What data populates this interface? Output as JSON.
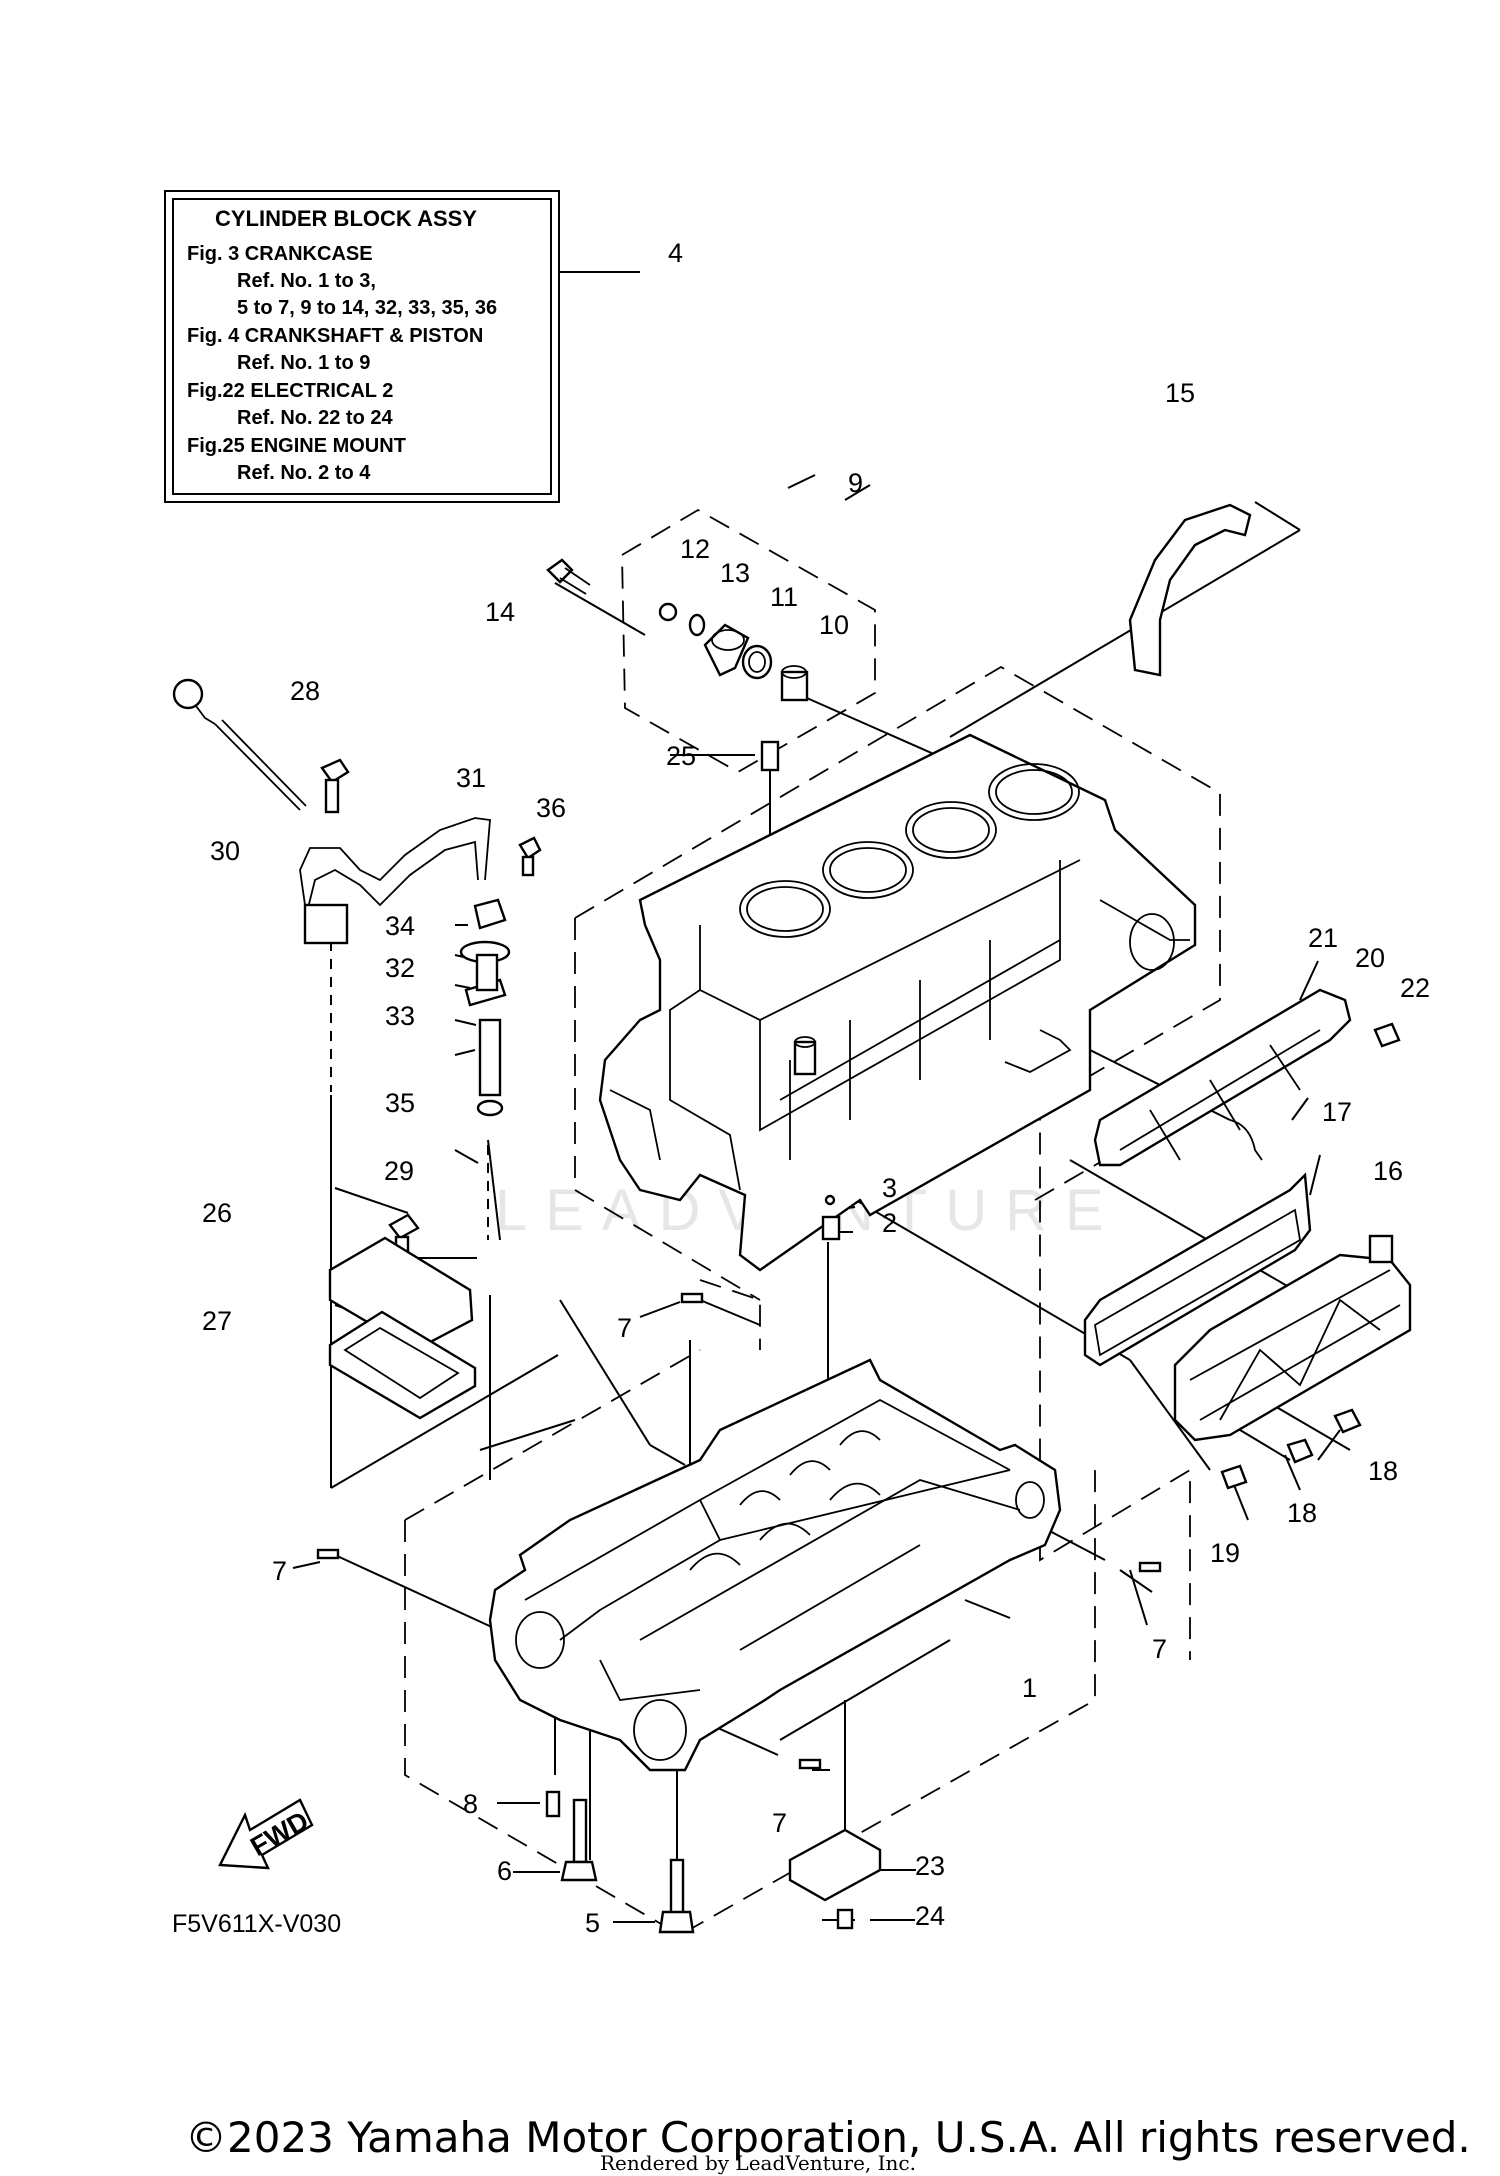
{
  "info_box": {
    "title": "CYLINDER BLOCK ASSY",
    "lines": [
      "Fig.  3 CRANKCASE",
      "Ref. No. 1 to 3,",
      "5 to 7, 9 to 14, 32, 33, 35, 36",
      "Fig.  4 CRANKSHAFT & PISTON",
      "Ref. No. 1 to 9",
      "Fig.22 ELECTRICAL 2",
      "Ref. No. 22 to 24",
      "Fig.25 ENGINE MOUNT",
      "Ref. No. 2 to 4"
    ]
  },
  "callouts": {
    "c1": "1",
    "c2": "2",
    "c3": "3",
    "c4": "4",
    "c5": "5",
    "c6": "6",
    "c7a": "7",
    "c7b": "7",
    "c7c": "7",
    "c7d": "7",
    "c8": "8",
    "c9": "9",
    "c10": "10",
    "c11": "11",
    "c12": "12",
    "c13": "13",
    "c14": "14",
    "c15": "15",
    "c16": "16",
    "c17": "17",
    "c18a": "18",
    "c18b": "18",
    "c19": "19",
    "c20": "20",
    "c21": "21",
    "c22": "22",
    "c23": "23",
    "c24": "24",
    "c25": "25",
    "c26": "26",
    "c27": "27",
    "c28": "28",
    "c29": "29",
    "c30": "30",
    "c31": "31",
    "c32": "32",
    "c33": "33",
    "c34": "34",
    "c35": "35",
    "c36": "36"
  },
  "fwd_label": "FWD",
  "diagram_code": "F5V611X-V030",
  "watermark": "LEADVENTURE",
  "copyright": "©2023 Yamaha Motor Corporation, U.S.A. All rights reserved.",
  "rendered_by": "Rendered by LeadVenture, Inc."
}
